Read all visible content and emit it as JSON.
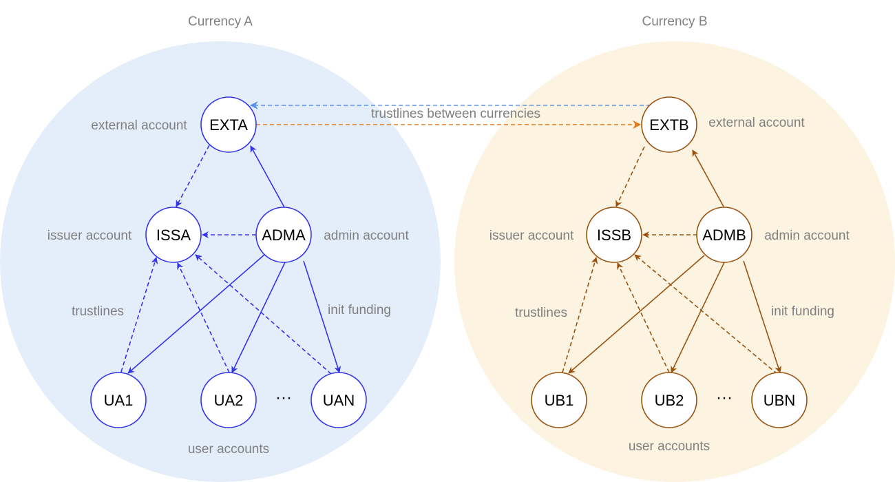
{
  "regions": {
    "a": {
      "title": "Currency A",
      "fill": "#e4eefa"
    },
    "b": {
      "title": "Currency B",
      "fill": "#fdf3e1"
    }
  },
  "colors": {
    "a_edge": "#3333e8",
    "b_edge": "#99520f",
    "b_node": "#99520f",
    "link_to_a": "#5a91ee",
    "link_to_b": "#e07a1f",
    "label": "#808080"
  },
  "nodes": {
    "exta": "EXTA",
    "issa": "ISSA",
    "adma": "ADMA",
    "ua1": "UA1",
    "ua2": "UA2",
    "uan": "UAN",
    "extb": "EXTB",
    "issb": "ISSB",
    "admb": "ADMB",
    "ub1": "UB1",
    "ub2": "UB2",
    "ubn": "UBN"
  },
  "labels": {
    "a_external": "external account",
    "a_issuer": "issuer account",
    "a_admin": "admin account",
    "a_trustlines": "trustlines",
    "a_init_funding": "init funding",
    "a_user_accounts": "user accounts",
    "a_ellipsis": "···",
    "b_external": "external account",
    "b_issuer": "issuer account",
    "b_admin": "admin account",
    "b_trustlines": "trustlines",
    "b_init_funding": "init funding",
    "b_user_accounts": "user accounts",
    "b_ellipsis": "···",
    "between": "trustlines between currencies"
  }
}
